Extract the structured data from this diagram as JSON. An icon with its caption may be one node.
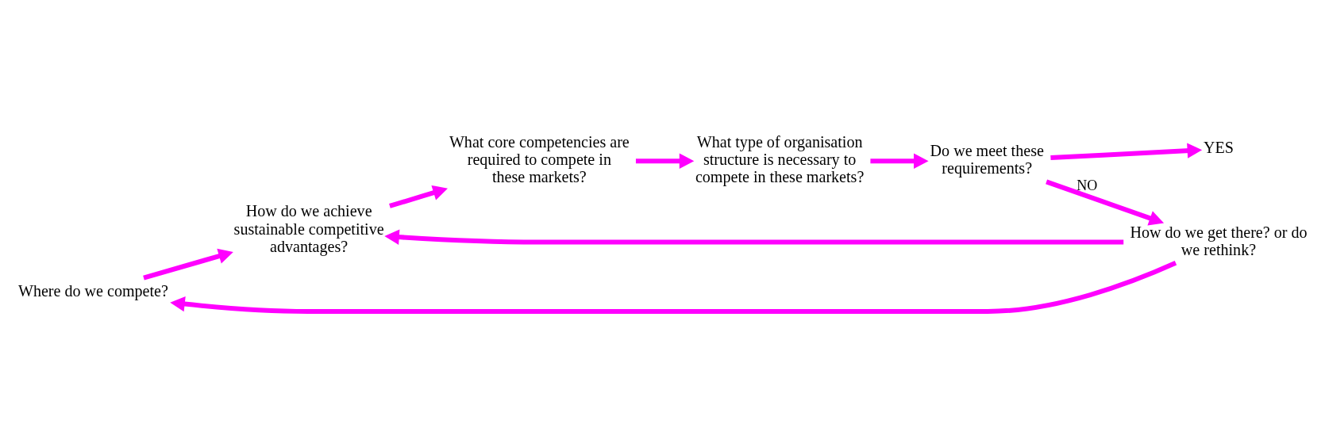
{
  "diagram": {
    "nodes": [
      {
        "text": [
          "Where do we compete?"
        ]
      },
      {
        "text": [
          "How do we achieve sustainable competitive advantages?"
        ]
      },
      {
        "text": [
          "What core competencies are required to compete in these markets?"
        ]
      },
      {
        "text": [
          "What type of organisation structure is necessary to compete in these markets?"
        ]
      },
      {
        "text": [
          "Do we meet these requirements?"
        ]
      },
      {
        "text": [
          "How do we get there? or do we rethink?"
        ]
      },
      {
        "text": [
          "YES"
        ]
      }
    ],
    "edges": [
      {
        "from": 0,
        "to": 1,
        "arrow": "to"
      },
      {
        "from": 1,
        "to": 2,
        "arrow": "to"
      },
      {
        "from": 2,
        "to": 3,
        "arrow": "to"
      },
      {
        "from": 3,
        "to": 4,
        "arrow": "to"
      },
      {
        "from": 4,
        "to": 5,
        "arrow": "to",
        "label": "NO"
      },
      {
        "from": 4,
        "to": 6,
        "arrow": "to"
      },
      {
        "from": 5,
        "to": 0,
        "arrow": "to"
      },
      {
        "from": 5,
        "to": 1,
        "arrow": "to"
      }
    ]
  }
}
